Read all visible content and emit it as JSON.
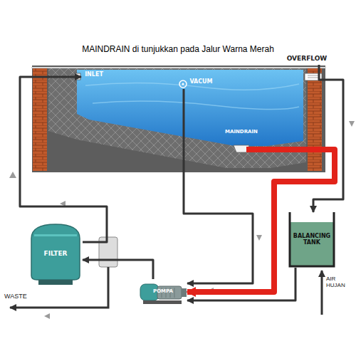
{
  "diagram": {
    "title": "MAINDRAIN di tunjukkan pada Jalur Warna Merah",
    "nodes": [
      {
        "text": [
          "OVERFLOW"
        ]
      },
      {
        "text": [
          "INLET"
        ]
      },
      {
        "text": [
          "VACUM"
        ]
      },
      {
        "text": [
          "MAINDRAIN"
        ]
      },
      {
        "text": [
          "BALANCING TANK"
        ]
      },
      {
        "text": [
          "FILTER"
        ]
      },
      {
        "text": [
          "POMPA"
        ]
      }
    ],
    "edges": [
      {
        "from": 5,
        "to": 1,
        "arrow": "to"
      },
      {
        "from": 6,
        "to": 5,
        "arrow": "to"
      },
      {
        "from": 3,
        "to": 6,
        "arrow": "to"
      },
      {
        "from": 0,
        "to": 4,
        "arrow": "to"
      },
      {
        "from": 4,
        "to": 6,
        "arrow": "to"
      },
      {
        "from": 2,
        "to": 6,
        "arrow": "to"
      }
    ],
    "labels": [
      "WASTE",
      "AIR HUJAN"
    ]
  }
}
